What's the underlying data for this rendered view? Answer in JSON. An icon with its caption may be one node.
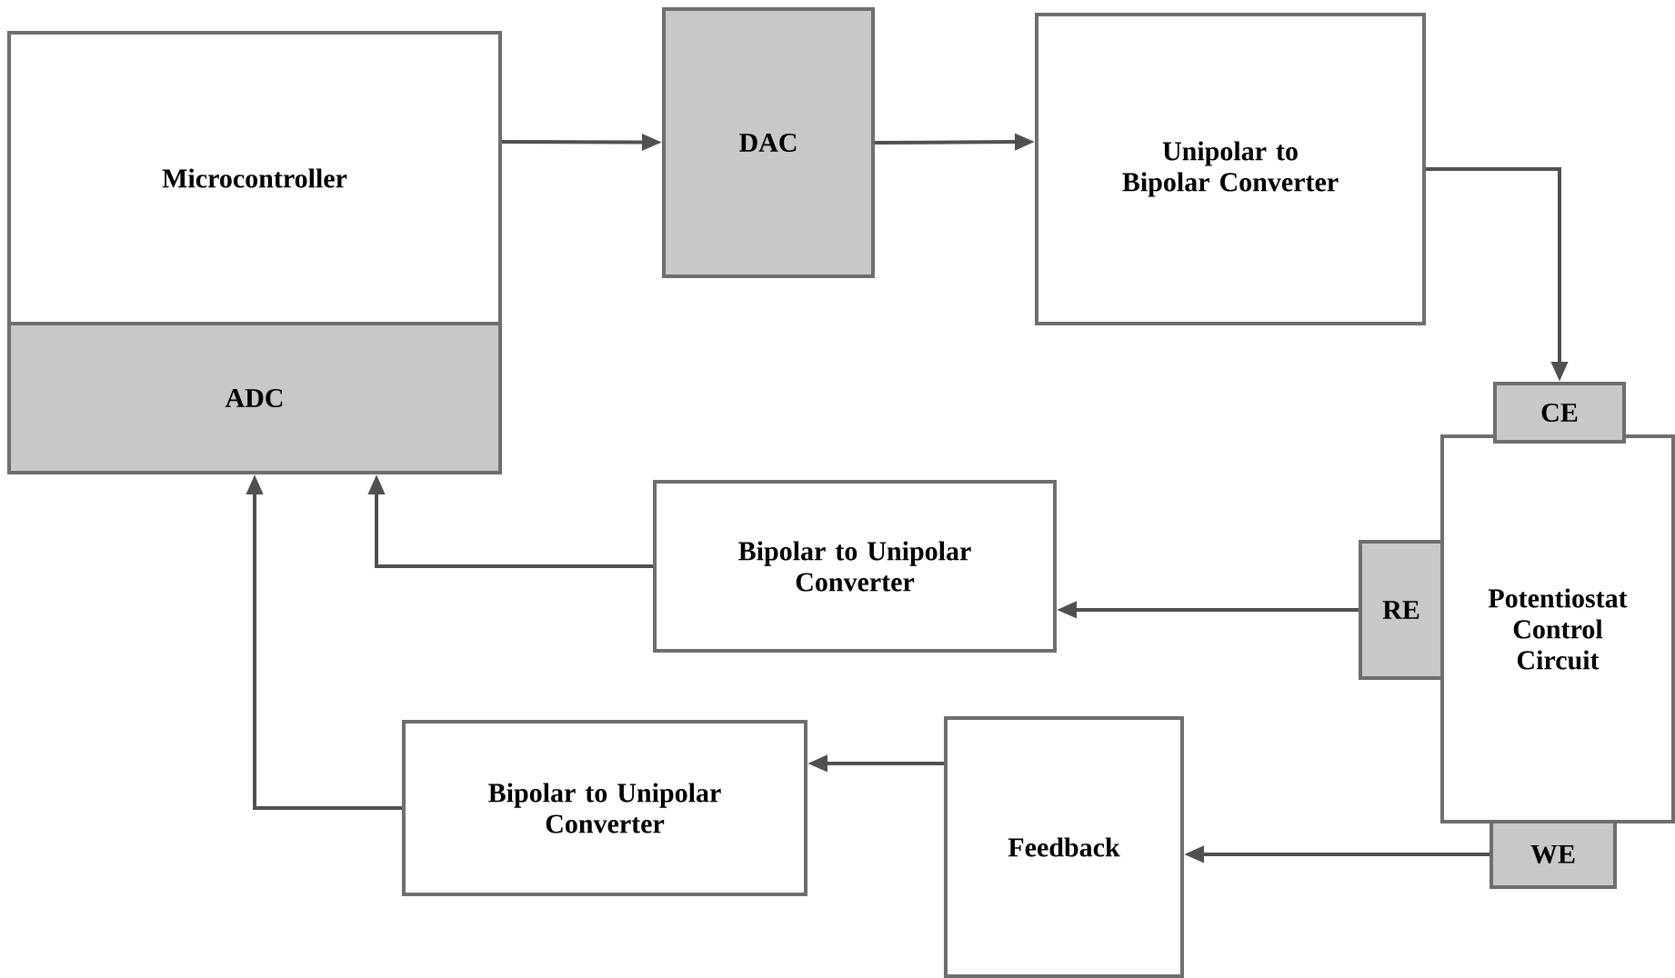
{
  "diagram": {
    "nodes": [
      {
        "text": [
          "Microcontroller"
        ]
      },
      {
        "text": [
          "ADC"
        ]
      },
      {
        "text": [
          "DAC"
        ]
      },
      {
        "text": [
          "Unipolar to Bipolar Converter"
        ]
      },
      {
        "text": [
          "Potentiostat Control Circuit"
        ]
      },
      {
        "text": [
          "CE"
        ]
      },
      {
        "text": [
          "RE"
        ]
      },
      {
        "text": [
          "WE"
        ]
      },
      {
        "text": [
          "Bipolar to Unipolar Converter"
        ]
      },
      {
        "text": [
          "Feedback"
        ]
      },
      {
        "text": [
          "Bipolar to Unipolar Converter"
        ]
      }
    ],
    "edges": [
      {
        "from": 0,
        "to": 2,
        "arrow": "to"
      },
      {
        "from": 2,
        "to": 3,
        "arrow": "to"
      },
      {
        "from": 3,
        "to": 5,
        "arrow": "to"
      },
      {
        "from": 6,
        "to": 8,
        "arrow": "to"
      },
      {
        "from": 8,
        "to": 1,
        "arrow": "to"
      },
      {
        "from": 7,
        "to": 9,
        "arrow": "to"
      },
      {
        "from": 9,
        "to": 10,
        "arrow": "to"
      },
      {
        "from": 10,
        "to": 1,
        "arrow": "to"
      }
    ]
  }
}
